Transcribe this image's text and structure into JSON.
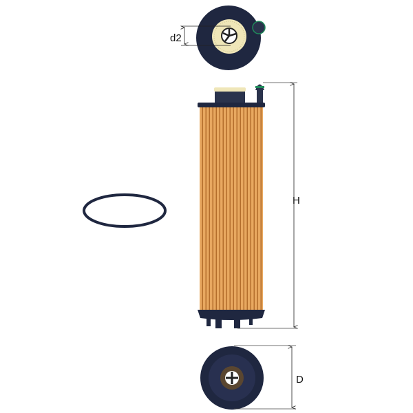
{
  "dimensions": {
    "d2_label": "d2",
    "H_label": "H",
    "D_label": "D"
  },
  "colors": {
    "rubber": "#1f2740",
    "filter_paper": "#e3a15a",
    "pleat_dark": "#b9742f",
    "felt": "#efe6b8",
    "seal_green": "#1f8a5a",
    "dim_line": "#333333"
  }
}
